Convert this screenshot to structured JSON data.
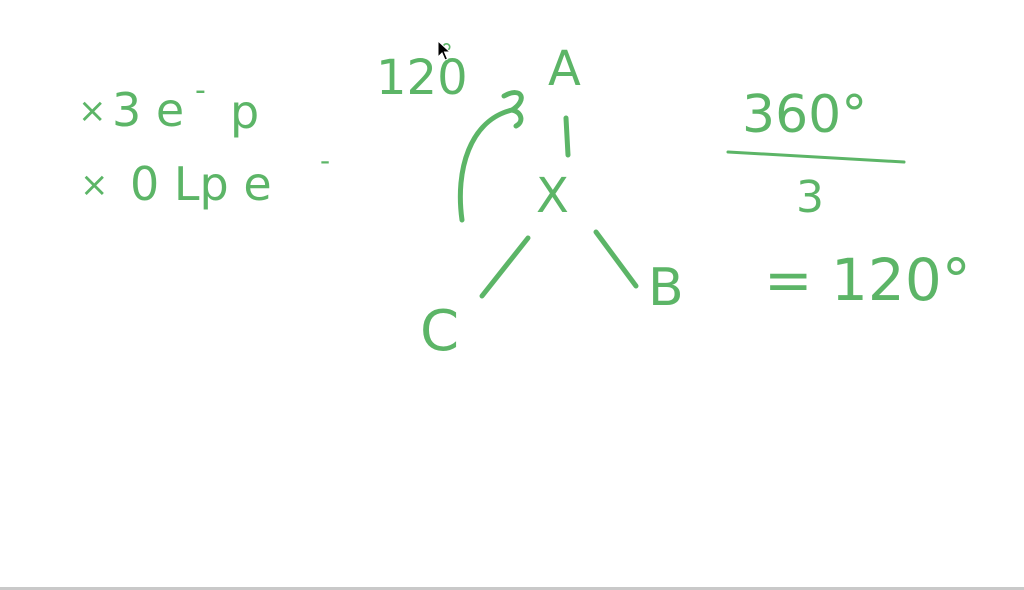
{
  "colors": {
    "ink": "#5cb567",
    "background": "#ffffff"
  },
  "notes": {
    "line1": {
      "prefix": "×",
      "text": "3 e",
      "bar": "-",
      "suffix": "p"
    },
    "line2": {
      "prefix": "×",
      "text": "0 Lp e",
      "sup": "-"
    }
  },
  "angle_label": {
    "value": "120",
    "degree": "°"
  },
  "molecule": {
    "center": "X",
    "atoms": {
      "top": "A",
      "right": "B",
      "left": "C"
    }
  },
  "calculation": {
    "numerator": "360°",
    "denominator": "3",
    "result": "= 120°"
  },
  "cursor_icon": "arrow-pointer-icon"
}
